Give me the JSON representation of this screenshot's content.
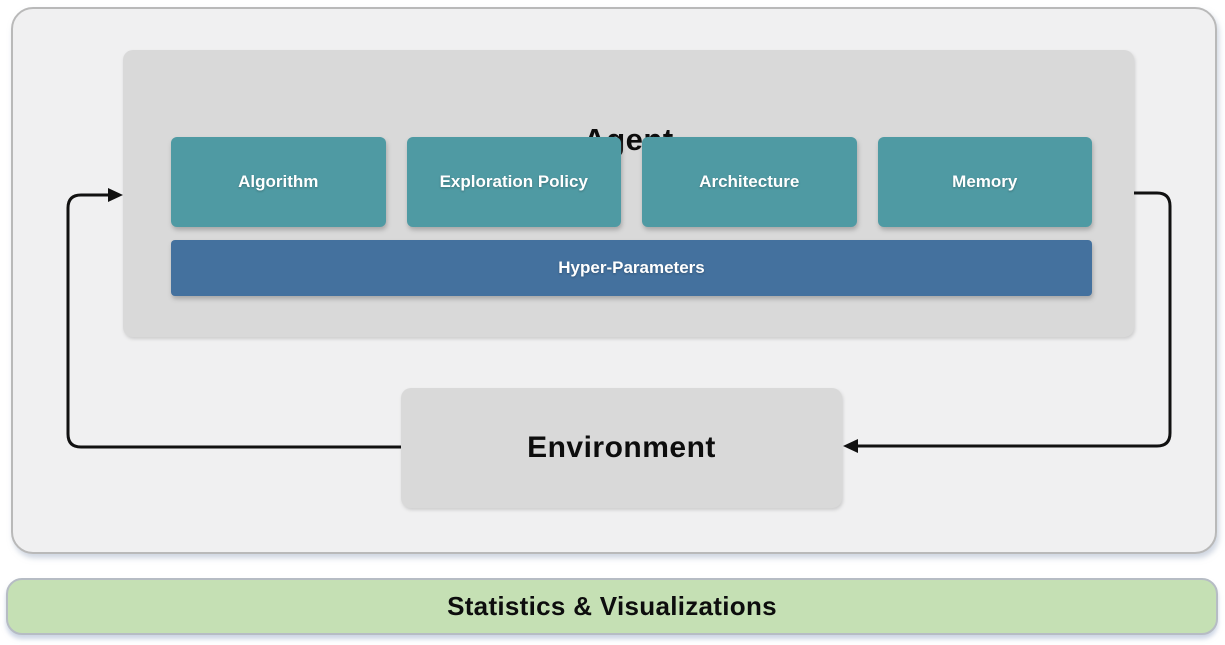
{
  "diagram": {
    "agent": {
      "title": "Agent",
      "components": [
        {
          "label": "Algorithm"
        },
        {
          "label": "Exploration Policy"
        },
        {
          "label": "Architecture"
        },
        {
          "label": "Memory"
        }
      ],
      "hyper_parameters_label": "Hyper-Parameters"
    },
    "environment": {
      "title": "Environment"
    },
    "footer": {
      "label": "Statistics & Visualizations"
    },
    "arrows": [
      {
        "name": "environment-to-agent",
        "direction": "from Environment left side, up and into Agent left side"
      },
      {
        "name": "agent-to-environment",
        "direction": "from Agent right side, down and into Environment right side"
      }
    ],
    "colors": {
      "component_teal": "#4f9aa3",
      "hyper_parameters_blue": "#44719e",
      "footer_green": "#c5e0b4",
      "panel_gray": "#d9d9d9",
      "outer_panel_background": "#f0f0f1",
      "outer_panel_border": "#b9b9b9",
      "arrow_black": "#111111",
      "label_white": "#ffffff",
      "label_black": "#0d0d0d"
    }
  }
}
